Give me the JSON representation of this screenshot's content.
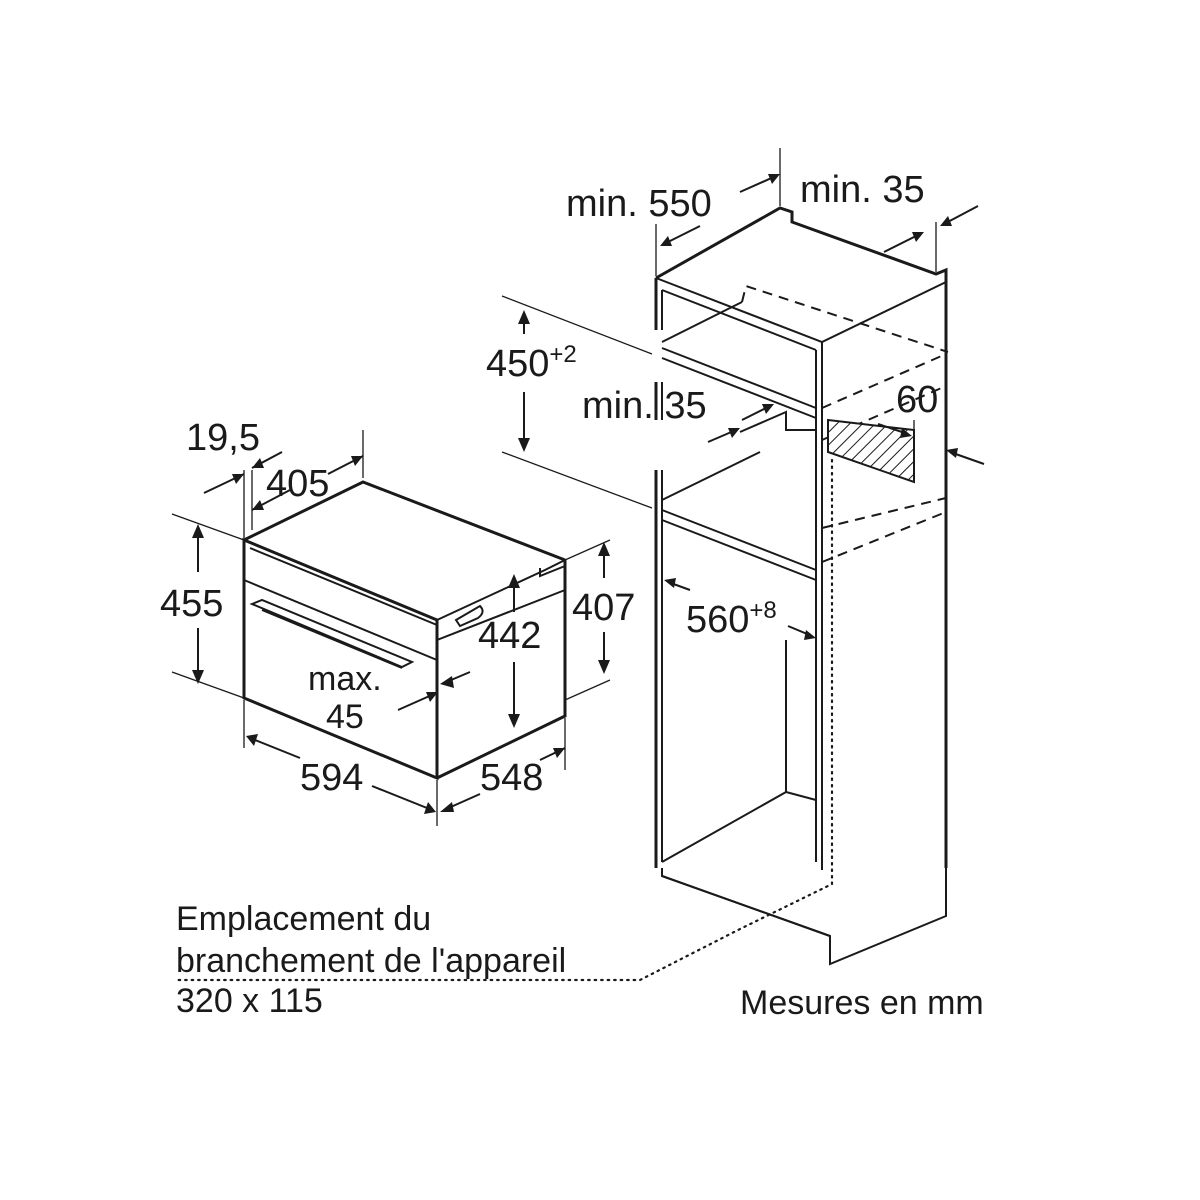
{
  "oven": {
    "dim_depth_front": "19,5",
    "dim_depth_body": "405",
    "dim_height_total": "455",
    "dim_height_body": "442",
    "dim_height_rear": "407",
    "dim_gap_label": "max.",
    "dim_gap_value": "45",
    "dim_width": "594",
    "dim_depth": "548"
  },
  "cabinet": {
    "dim_depth_min": "min. 550",
    "dim_rear_gap": "min. 35",
    "dim_niche_height": "450",
    "dim_niche_height_tol": "+2",
    "dim_shelf_gap": "min. 35",
    "dim_vent": "60",
    "dim_niche_width": "560",
    "dim_niche_width_tol": "+8"
  },
  "notes": {
    "connection_line1": "Emplacement du",
    "connection_line2": "branchement de l'appareil",
    "connection_line3": "320 x 115",
    "units": "Mesures en mm"
  }
}
